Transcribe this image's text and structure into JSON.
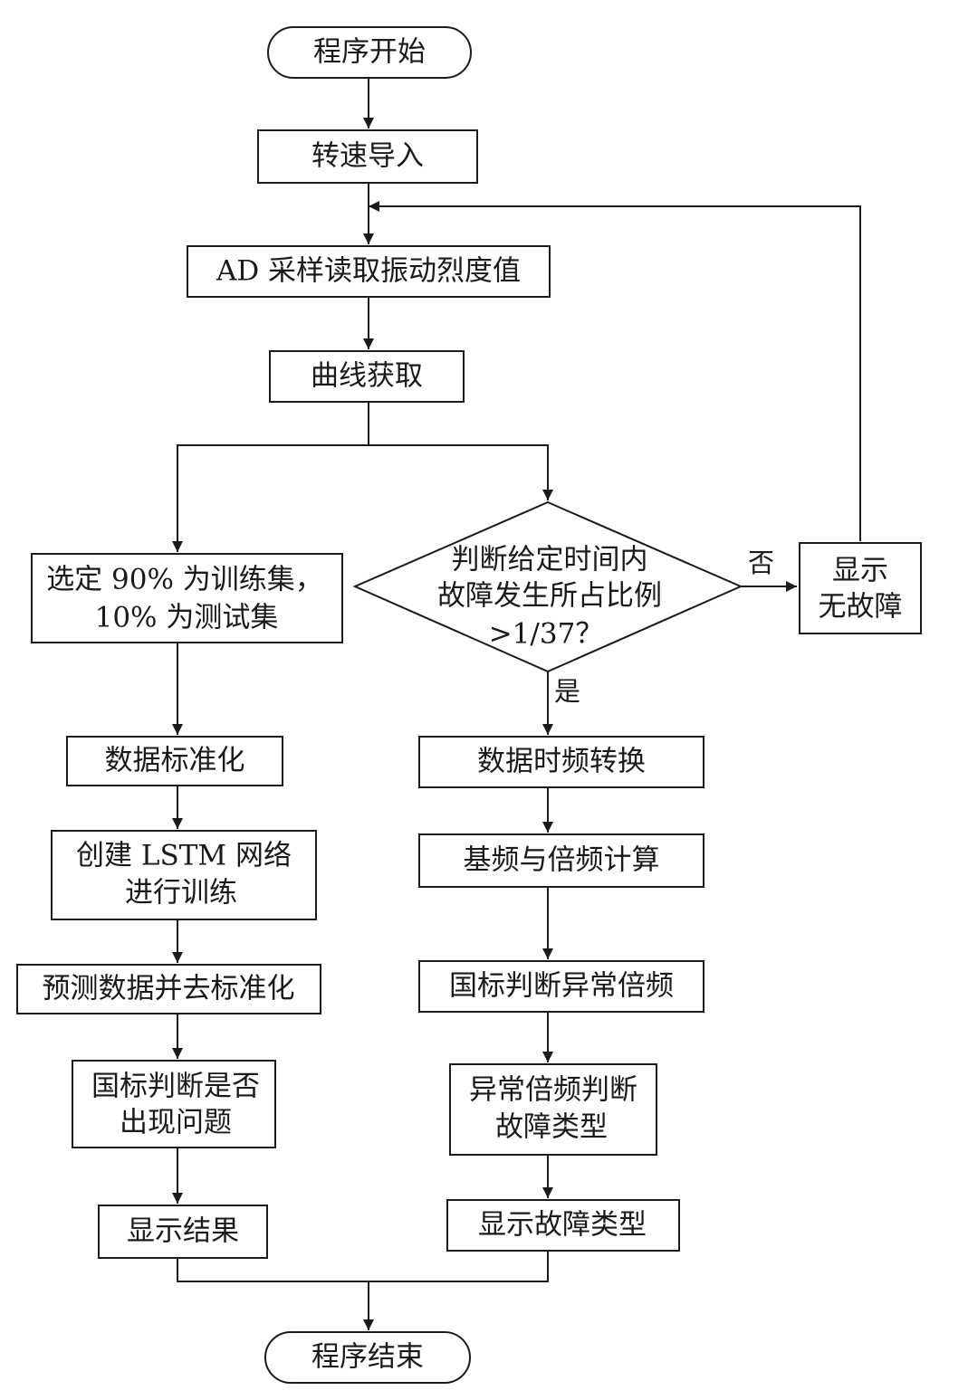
{
  "nodes": {
    "start": {
      "label": "程序开始"
    },
    "speed_import": {
      "label": "转速导入"
    },
    "ad_sampling": {
      "label": "AD 采样读取振动烈度值"
    },
    "curve_acquire": {
      "label": "曲线获取"
    },
    "split_set": {
      "line1": "选定 90% 为训练集，",
      "line2": "10% 为测试集"
    },
    "normalize": {
      "label": "数据标准化"
    },
    "create_lstm": {
      "line1": "创建 LSTM 网络",
      "line2": "进行训练"
    },
    "predict": {
      "label": "预测数据并去标准化"
    },
    "gb_check": {
      "line1": "国标判断是否",
      "line2": "出现问题"
    },
    "show_result": {
      "label": "显示结果"
    },
    "decision": {
      "line1": "判断给定时间内",
      "line2": "故障发生所占比例",
      "line3": ">1/37？"
    },
    "no_fault": {
      "line1": "显示",
      "line2": "无故障"
    },
    "time_freq": {
      "label": "数据时频转换"
    },
    "freq_calc": {
      "label": "基频与倍频计算"
    },
    "gb_abnormal": {
      "label": "国标判断异常倍频"
    },
    "fault_type_judge": {
      "line1": "异常倍频判断",
      "line2": "故障类型"
    },
    "show_fault_type": {
      "label": "显示故障类型"
    },
    "end": {
      "label": "程序结束"
    }
  },
  "edges": {
    "no_label": "否",
    "yes_label": "是"
  },
  "colors": {
    "stroke": "#1a1a1a",
    "background": "#ffffff"
  }
}
